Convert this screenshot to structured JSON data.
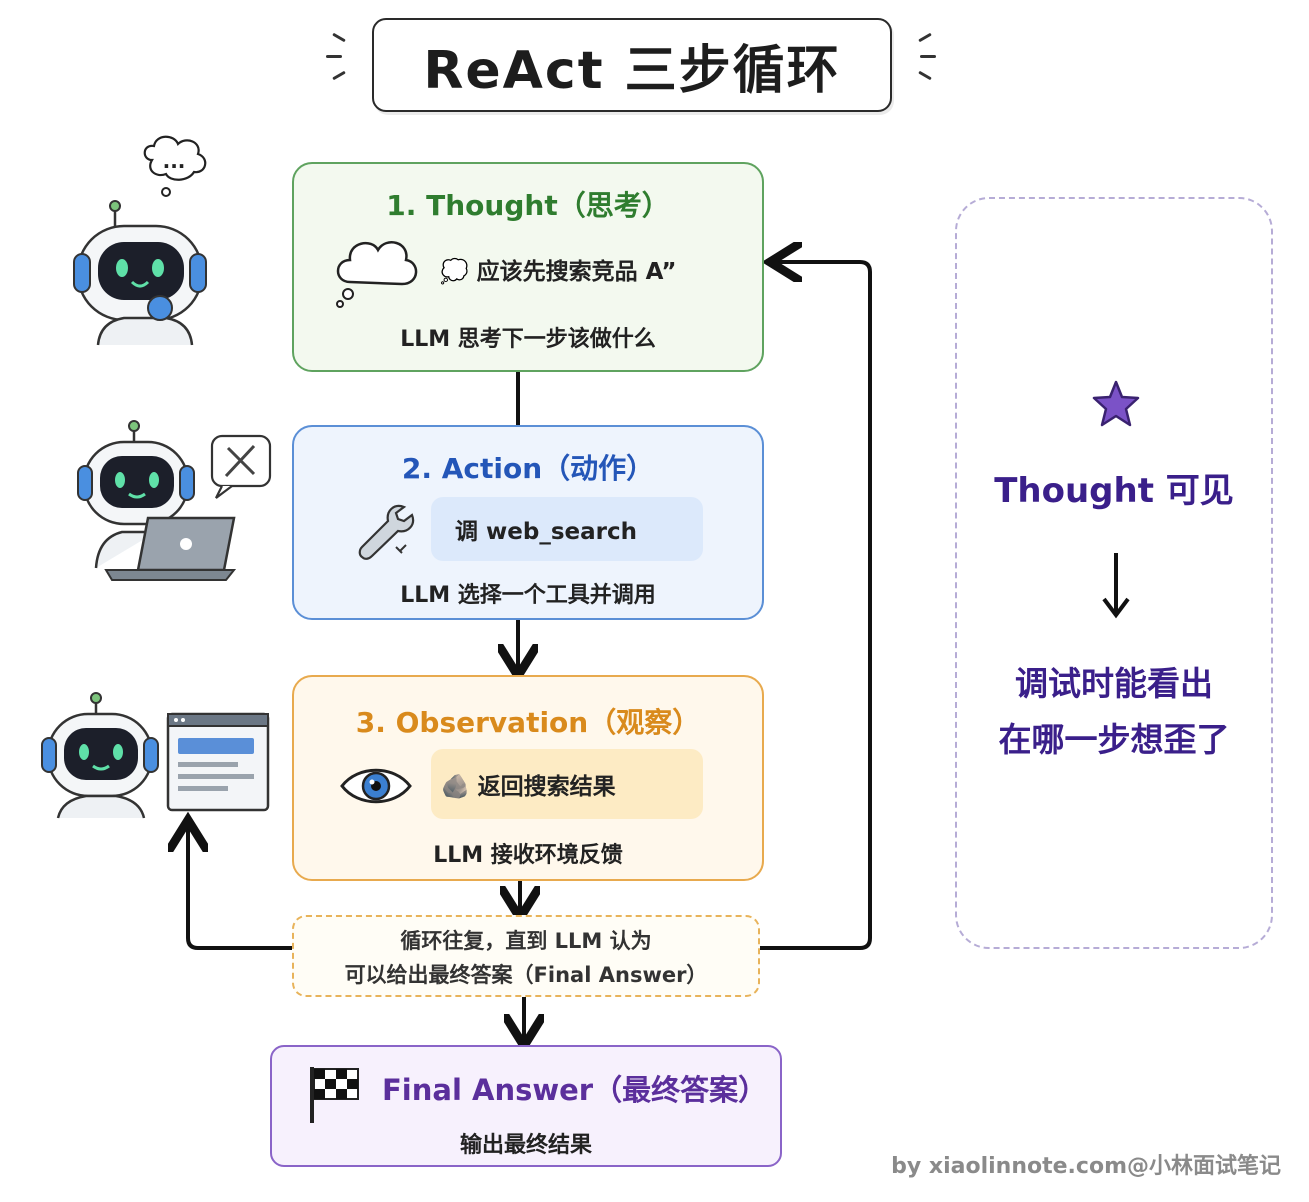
{
  "title": "ReAct 三步循环",
  "steps": [
    {
      "title": "1. Thought（思考）",
      "bubble": "💭 应该先搜索竞品 A”",
      "subtitle": "LLM 思考下一步该做什么",
      "color": "#2f7d2f"
    },
    {
      "title": "2. Action（动作）",
      "bubble": "调 web_search",
      "subtitle": "LLM 选择一个工具并调用",
      "color": "#2456b8"
    },
    {
      "title": "3. Observation（观察）",
      "bubble": "🪨 返回搜索结果",
      "subtitle": "LLM 接收环境反馈",
      "color": "#d98a1c"
    }
  ],
  "loop": {
    "line1": "循环往复，直到 LLM 认为",
    "line2": "可以给出最终答案（Final Answer）"
  },
  "final": {
    "title": "Final Answer（最终答案）",
    "subtitle": "输出最终结果",
    "color": "#5b2f9c"
  },
  "side": {
    "line1": "Thought 可见",
    "line2": "调试时能看出",
    "line3": "在哪一步想歪了",
    "color": "#3a1f8a"
  },
  "watermark": "by xiaolinnote.com@小林面试笔记",
  "thought_cloud_text": "..."
}
